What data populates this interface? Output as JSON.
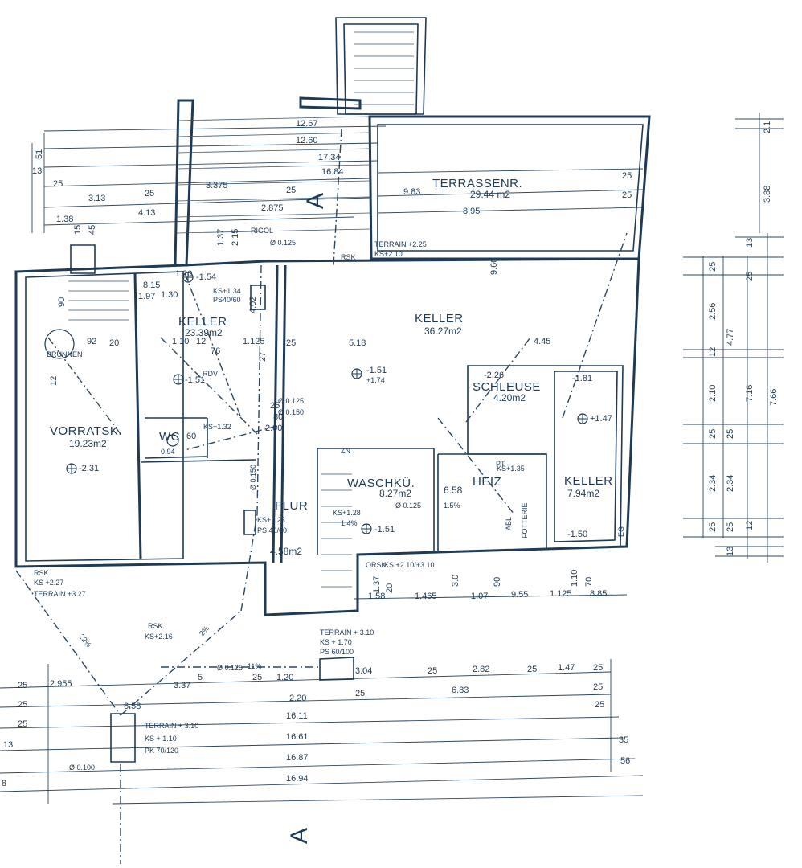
{
  "rooms": {
    "terrassenraum": {
      "name": "TERRASSENR.",
      "area": "29.44 m2"
    },
    "keller_main": {
      "name": "KELLER",
      "area": "36.27m2"
    },
    "keller_left": {
      "name": "KELLER",
      "area": "23.39m2"
    },
    "keller_right": {
      "name": "KELLER",
      "area": "7.94m2"
    },
    "schleuse": {
      "name": "SCHLEUSE",
      "area": "4.20m2"
    },
    "vorratsk": {
      "name": "VORRATSK.",
      "area": "19.23m2"
    },
    "flur": {
      "name": "FLUR",
      "area": "4.58m2"
    },
    "waschkue": {
      "name": "WASCHKÜ.",
      "area": "8.27m2"
    },
    "heiz": {
      "name": "HEIZ",
      "area": "6.58"
    },
    "wc": {
      "name": "WC",
      "area": "0.94"
    }
  },
  "labels": {
    "brunnen": "BRUNNEN",
    "rigol": "RIGOL",
    "rsk": "RSK",
    "orsk": "ORSK",
    "zn": "ZN",
    "rdv": "RDV",
    "pt": "PT",
    "eg": "EG",
    "abl": "ABL",
    "fotterie": "FOTTERIE",
    "section_top": "A",
    "section_bottom": "A"
  },
  "levels": {
    "l_154": "-1.54",
    "l_151a": "-1.51",
    "l_174": "+1.74",
    "l_151b": "-1.51",
    "l_151c": "-1.51",
    "l_231": "-2.31",
    "l_147": "+1.47",
    "l_226": "-2.26",
    "l_181": "-1.81",
    "l_150": "-1.50"
  },
  "annotations": {
    "ks134": "KS+1.34",
    "ps4060": "PS40/60",
    "ks132": "KS+1.32",
    "ks123": "KS+1.23",
    "ps4060b": "PS 40/60",
    "ks128": "KS+1.28",
    "ks135": "KS+1.35",
    "terrain225": "TERRAIN +2.25",
    "ks210top": "KS+2.10",
    "rsk227": "RSK",
    "ks227": "KS +2.27",
    "terrain327": "TERRAIN +3.27",
    "rsk_b": "RSK",
    "ks216": "KS+2.16",
    "terrain310a": "TERRAIN + 3.10",
    "ks170": "KS + 1.70",
    "ps60100": "PS 60/100",
    "orsk_ks": "KS +2.10/+3.10",
    "terrain310b": "TERRAIN + 3.10",
    "ks110": "KS + 1.10",
    "pk70120": "PK 70/120",
    "pipe_0100": "Ø 0.100",
    "pipe_0125a": "Ø 0.125",
    "pipe_0125b": "Ø 0.125",
    "pipe_0150a": "Ø 0.150",
    "pipe_0150b": "Ø 0.150",
    "pipe_0125c": "Ø 0.125",
    "pipe_0125d": "Ø 0.125",
    "pct22": "22%",
    "pct2": "2%",
    "pct11": "11%",
    "pct15": "1.5%",
    "pct14": "1.4%"
  },
  "dimensions": {
    "top_left": {
      "d1": "25",
      "d2": "3.13",
      "d3": "25",
      "d4": "4.13",
      "d5": "1.38",
      "d6": "3.375",
      "d7": "25",
      "d8": "2.875",
      "d9": "15",
      "d10": "45",
      "d11": "51",
      "d12": "13",
      "d13": "12.67",
      "d14": "12.60",
      "d15": "17.34",
      "d16": "16.84"
    },
    "top_right": {
      "d1": "9.83",
      "d2": "25",
      "d3": "8.95",
      "d4": "25"
    },
    "interior": {
      "d1": "5.18",
      "d2": "25",
      "d3": "4.45",
      "d4": "1.125",
      "d5": "1.10",
      "d6": "12",
      "d7": "76",
      "d8": "25",
      "d9": "2.00",
      "d10": "80",
      "d11": "8.15",
      "d12": "1.97",
      "d13": "1.30",
      "d14": "90",
      "d15": "92",
      "d16": "20",
      "d17": "60",
      "d18": "12",
      "d19": "2.15",
      "d20": "1.37",
      "d21": "4.02",
      "d22": "27",
      "d23": "1.20",
      "d24": "9.60"
    },
    "bottom_row": {
      "d1": "1.58",
      "d2": "1.465",
      "d3": "1.07",
      "d4": "9.55",
      "d5": "1.125",
      "d6": "8.85",
      "d7": "1.37",
      "d8": "20",
      "d9": "3.0",
      "d10": "90",
      "d11": "1.10",
      "d12": "70"
    },
    "bottom": {
      "d1": "2.955",
      "d2": "25",
      "d3": "3.37",
      "d4": "5",
      "d5": "25",
      "d6": "1.20",
      "d7": "3.04",
      "d8": "25",
      "d9": "2.82",
      "d10": "25",
      "d11": "1.47",
      "d12": "25",
      "d13": "6.58",
      "d14": "2.20",
      "d15": "25",
      "d16": "6.83",
      "d17": "25",
      "d18": "16.11",
      "d19": "16.61",
      "d20": "16.87",
      "d21": "16.94",
      "d22": "25",
      "d23": "25",
      "d24": "25",
      "d25": "35",
      "d26": "56",
      "d27": "13",
      "d28": "8"
    },
    "right": {
      "d1": "2.1",
      "d2": "3.88",
      "d3": "13",
      "d4": "25",
      "d5": "2.56",
      "d6": "4.77",
      "d7": "12",
      "d8": "2.10",
      "d9": "7.16",
      "d10": "7.66",
      "d11": "25",
      "d12": "25",
      "d13": "2.34",
      "d14": "2.34",
      "d15": "25",
      "d16": "25",
      "d17": "12",
      "d18": "13",
      "d19": "25"
    }
  },
  "colors": {
    "ink": "#1e3a55",
    "paper": "#ffffff"
  }
}
